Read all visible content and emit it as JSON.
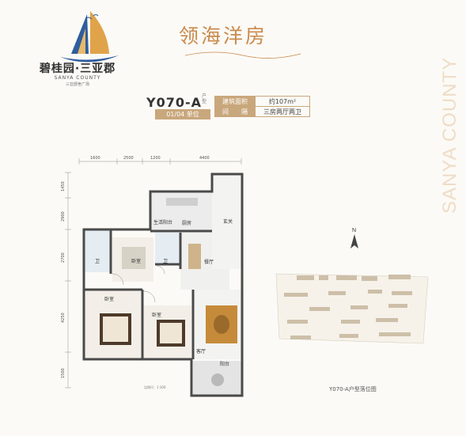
{
  "brand": {
    "name": "碧桂园·三亚郡",
    "sub": "SANYA COUNTY",
    "tag": "三亚郡舍广场"
  },
  "title": "领海洋房",
  "watermark": "SANYA COUNTY",
  "unit": {
    "name": "Y070-A",
    "suffix": "户型",
    "floor": "01/04 单位",
    "rows": [
      {
        "key": "建筑面积",
        "value": "约107m²"
      },
      {
        "key": "间　　隔",
        "value": "三房两厅两卫"
      }
    ]
  },
  "plan": {
    "top_dims": [
      "1600",
      "2500",
      "1200",
      "4400"
    ],
    "left_dims": [
      "1450",
      "2900",
      "2700",
      "4250",
      "1500"
    ],
    "rooms": {
      "kitchen": "厨房",
      "utility_balcony": "生活阳台",
      "bath1": "卫",
      "bath2": "卫",
      "bedroom1": "卧室",
      "bedroom2": "卧室",
      "bedroom3": "卧室",
      "dining": "餐厅",
      "entrance": "玄关",
      "living": "客厅",
      "balcony": "阳台"
    },
    "scale_note": "比例尺：1:100"
  },
  "north": "N",
  "site_caption": "Y070-A户型落位图",
  "colors": {
    "accent": "#c98a4d",
    "table": "#c9a77c",
    "wall": "#4a4a4a"
  }
}
